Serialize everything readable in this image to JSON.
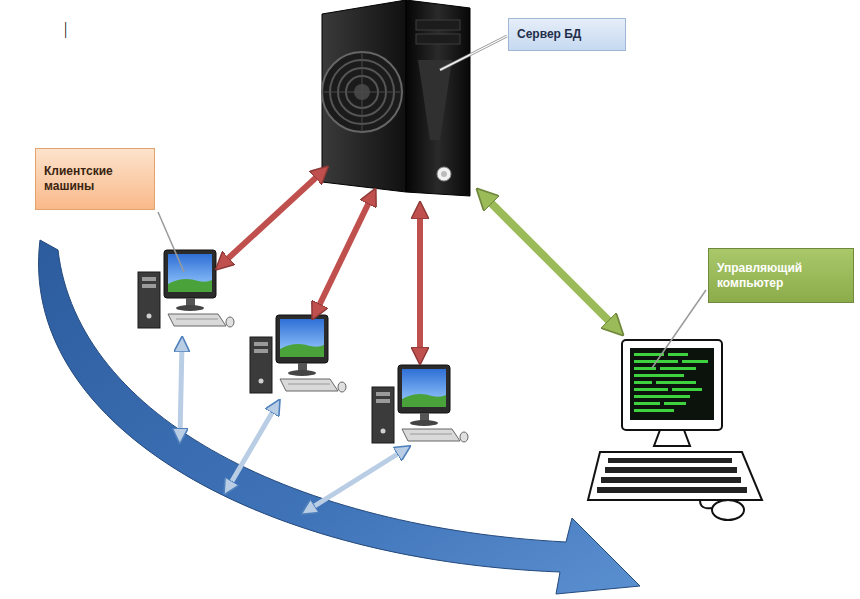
{
  "diagram": {
    "nodes": [
      {
        "text": [
          "Сервер БД"
        ]
      },
      {
        "text": [
          "Клиентские машины"
        ]
      },
      {
        "text": [
          "Управляющий компьютер"
        ]
      }
    ],
    "labels": [
      "|"
    ]
  }
}
